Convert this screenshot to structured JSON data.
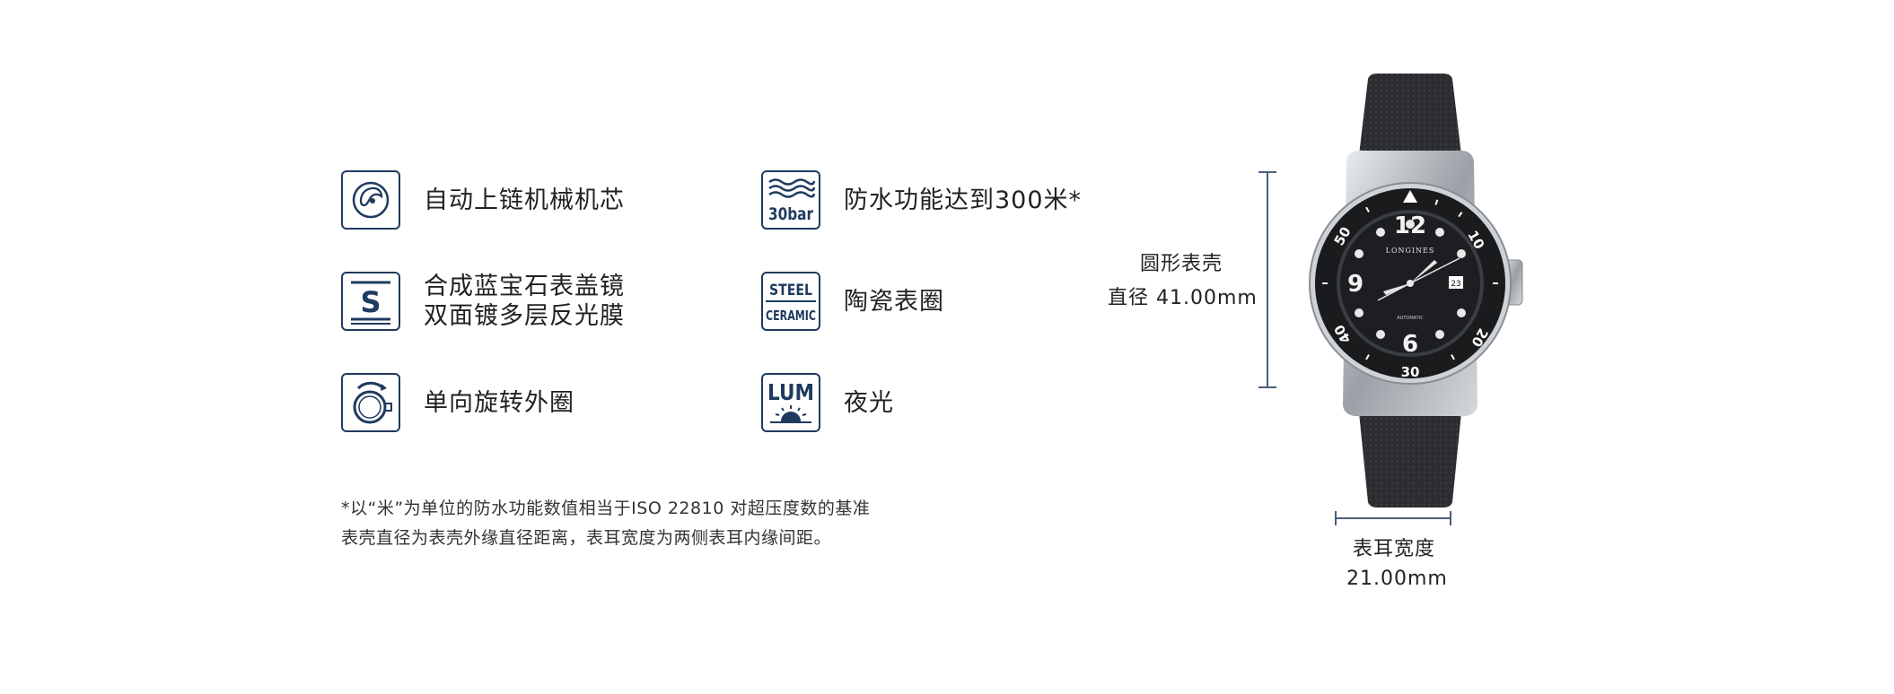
{
  "features": [
    {
      "icon": "rotor-icon",
      "lines": [
        "自动上链机械机芯"
      ]
    },
    {
      "icon": "sapphire-s-icon",
      "lines": [
        "合成蓝宝石表盖镜",
        "双面镀多层反光膜"
      ]
    },
    {
      "icon": "rotating-bezel-icon",
      "lines": [
        "单向旋转外圈"
      ]
    },
    {
      "icon": "water-resistance-icon",
      "lines": [
        "防水功能达到300米*"
      ]
    },
    {
      "icon": "steel-ceramic-icon",
      "lines": [
        "陶瓷表圈"
      ]
    },
    {
      "icon": "lum-icon",
      "lines": [
        "夜光"
      ]
    }
  ],
  "icon_text": {
    "bar": "30bar",
    "steel": "STEEL",
    "ceramic": "CERAMIC",
    "lum": "LUM",
    "sapphire": "S"
  },
  "footnotes": [
    "*以“米”为单位的防水功能数值相当于ISO 22810 对超压度数的基准",
    "表壳直径为表壳外缘直径距离，表耳宽度为两侧表耳内缘间距。"
  ],
  "case_dimension": {
    "label": "圆形表壳",
    "value": "直径 41.00mm"
  },
  "lug_dimension": {
    "label": "表耳宽度",
    "value": "21.00mm"
  },
  "watch": {
    "brand": "LONGINES",
    "dial_text": "AUTOMATIC",
    "date": "23",
    "hour_numerals": [
      "12",
      "9",
      "6"
    ],
    "bezel_numerals": [
      "10",
      "20",
      "30",
      "40",
      "50"
    ]
  },
  "colors": {
    "icon_navy": "#1f3a5f",
    "dimension_line": "#4a5f78",
    "strap": "#2b2d30",
    "dial": "#1c1e21"
  }
}
